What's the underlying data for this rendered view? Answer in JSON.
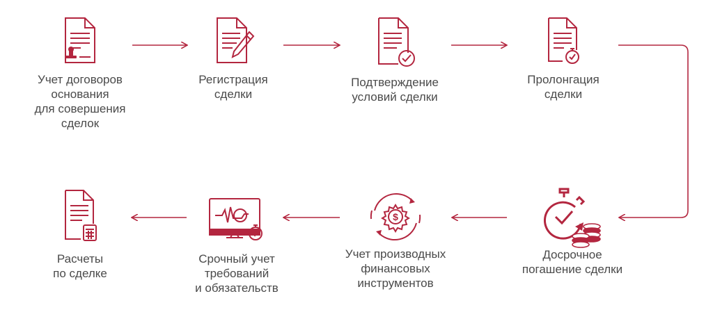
{
  "colors": {
    "accent": "#b3263f",
    "text": "#4a4a4a"
  },
  "steps": [
    {
      "label": "Учет договоров\nоснования\nдля совершения\nсделок",
      "icon": "document-stamp-icon"
    },
    {
      "label": "Регистрация\nсделки",
      "icon": "document-pen-icon"
    },
    {
      "label": "Подтверждение\nусловий сделки",
      "icon": "document-check-icon"
    },
    {
      "label": "Пролонгация\nсделки",
      "icon": "document-stopwatch-icon"
    },
    {
      "label": "Досрочное\nпогашение сделки",
      "icon": "stopwatch-coins-icon"
    },
    {
      "label": "Учет производных\nфинансовых\nинструментов",
      "icon": "dollar-gear-icon"
    },
    {
      "label": "Срочный учет\nтребований\nи обязательств",
      "icon": "monitor-chart-icon"
    },
    {
      "label": "Расчеты\nпо сделке",
      "icon": "document-calculator-icon"
    }
  ]
}
